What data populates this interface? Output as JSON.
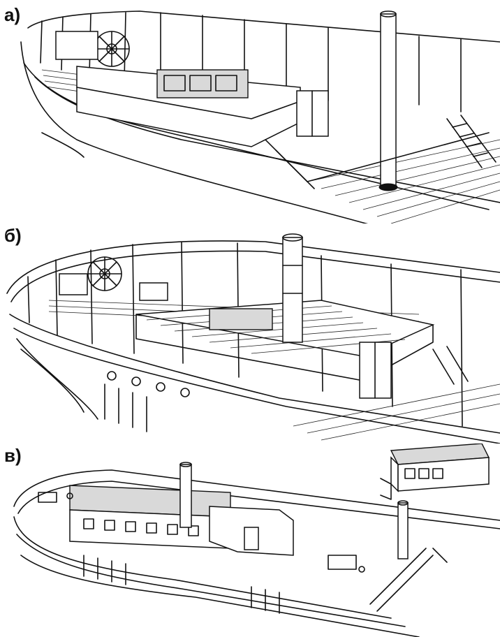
{
  "figure": {
    "panels": [
      {
        "label": "а)"
      },
      {
        "label": "б)"
      },
      {
        "label": "в)"
      }
    ]
  },
  "colors": {
    "ink": "#111111",
    "paper": "#ffffff",
    "shade": "#d9d9d9"
  }
}
